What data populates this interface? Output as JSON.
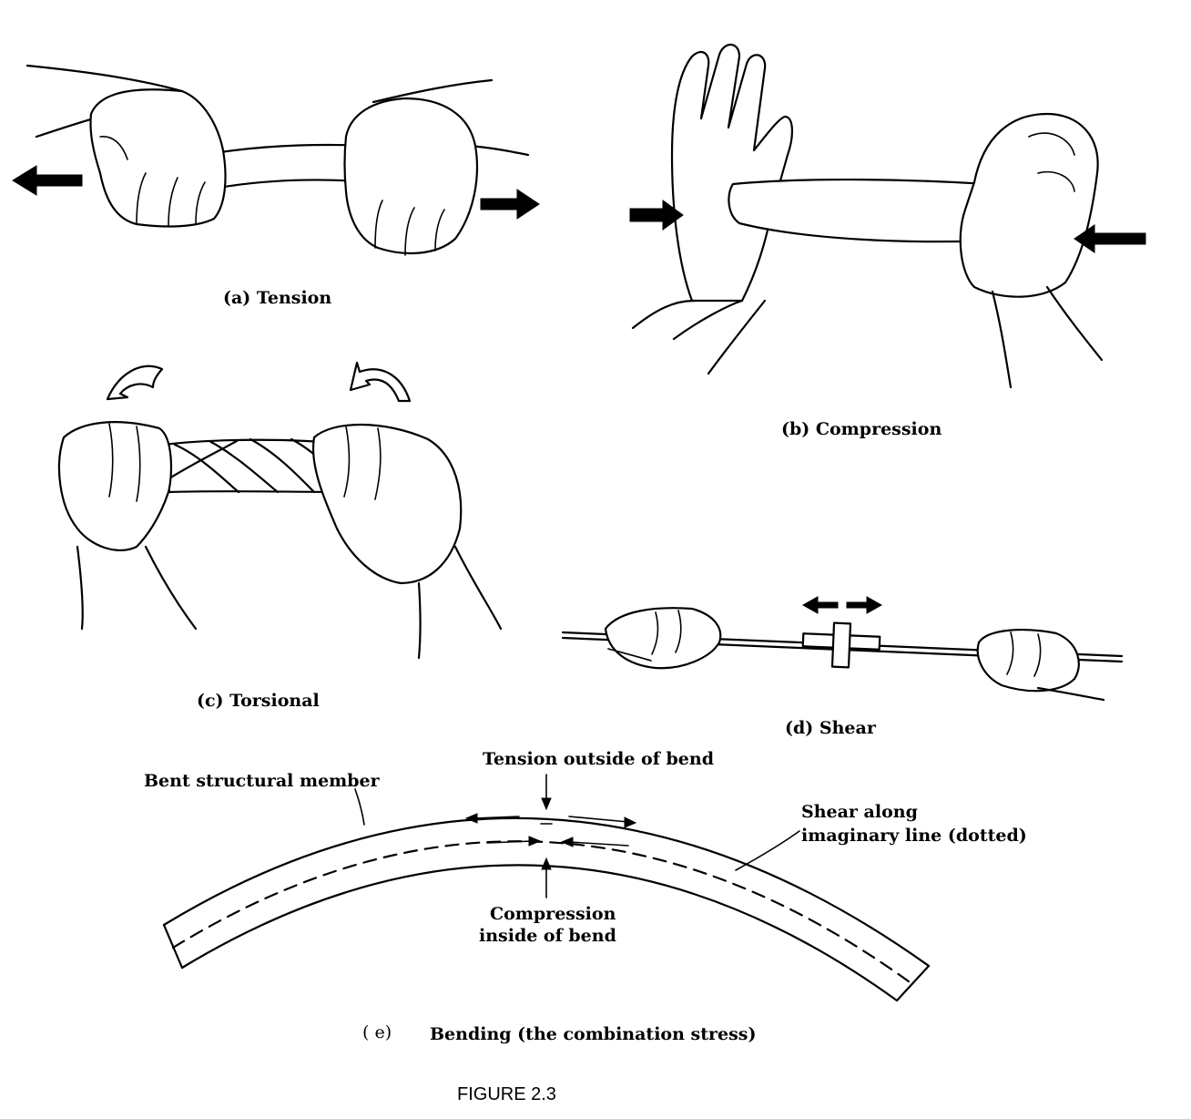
{
  "figure_title": "FIGURE 2.3",
  "panels": {
    "tension": {
      "caption": "(a)  Tension"
    },
    "compression": {
      "caption": "(b)  Compression"
    },
    "torsional": {
      "caption": "(c)  Torsional"
    },
    "shear": {
      "caption": "(d)  Shear"
    },
    "bending": {
      "letter": "( e)",
      "caption": "Bending (the combination stress)",
      "callouts": {
        "member": "Bent structural member",
        "tension_outside": "Tension outside of bend",
        "shear_line_1": "Shear along",
        "shear_line_2": "imaginary line (dotted)",
        "compression_1": "Compression",
        "compression_2": "inside of bend"
      }
    }
  },
  "colors": {
    "ink": "#000000",
    "paper": "#ffffff"
  }
}
